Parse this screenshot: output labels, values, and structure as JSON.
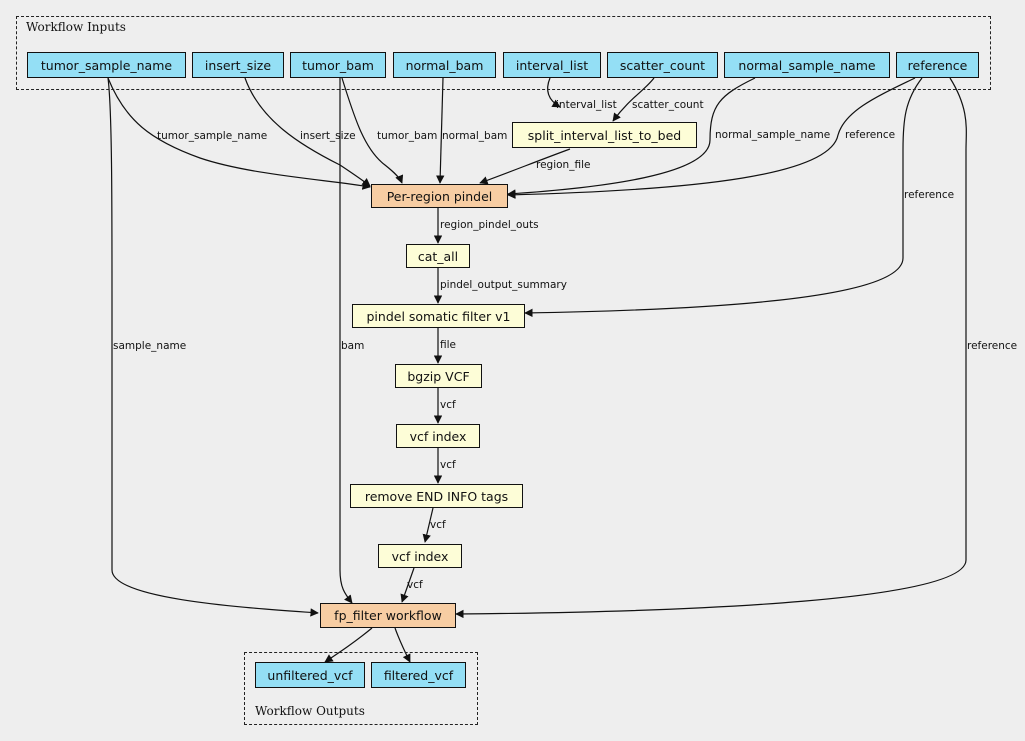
{
  "clusters": {
    "inputs_title": "Workflow Inputs",
    "outputs_title": "Workflow Outputs"
  },
  "inputs": {
    "tumor_sample_name": "tumor_sample_name",
    "insert_size": "insert_size",
    "tumor_bam": "tumor_bam",
    "normal_bam": "normal_bam",
    "interval_list": "interval_list",
    "scatter_count": "scatter_count",
    "normal_sample_name": "normal_sample_name",
    "reference": "reference"
  },
  "steps": {
    "split_interval": "split_interval_list_to_bed",
    "per_region_pindel": "Per-region pindel",
    "cat_all": "cat_all",
    "somatic_filter": "pindel somatic filter v1",
    "bgzip": "bgzip VCF",
    "vcf_index_1": "vcf index",
    "remove_end": "remove END INFO tags",
    "vcf_index_2": "vcf index",
    "fp_filter": "fp_filter workflow"
  },
  "outputs": {
    "unfiltered_vcf": "unfiltered_vcf",
    "filtered_vcf": "filtered_vcf"
  },
  "edge_labels": {
    "tumor_sample_name": "tumor_sample_name",
    "insert_size": "insert_size",
    "tumor_bam": "tumor_bam",
    "normal_bam": "normal_bam",
    "interval_list": "interval_list",
    "scatter_count": "scatter_count",
    "normal_sample_name": "normal_sample_name",
    "reference_pindel": "reference",
    "region_file": "region_file",
    "region_pindel_outs": "region_pindel_outs",
    "pindel_output_summary": "pindel_output_summary",
    "reference_filter": "reference",
    "file": "file",
    "vcf_1": "vcf",
    "vcf_2": "vcf",
    "vcf_3": "vcf",
    "vcf_4": "vcf",
    "sample_name": "sample_name",
    "bam": "bam",
    "reference_fp": "reference"
  }
}
